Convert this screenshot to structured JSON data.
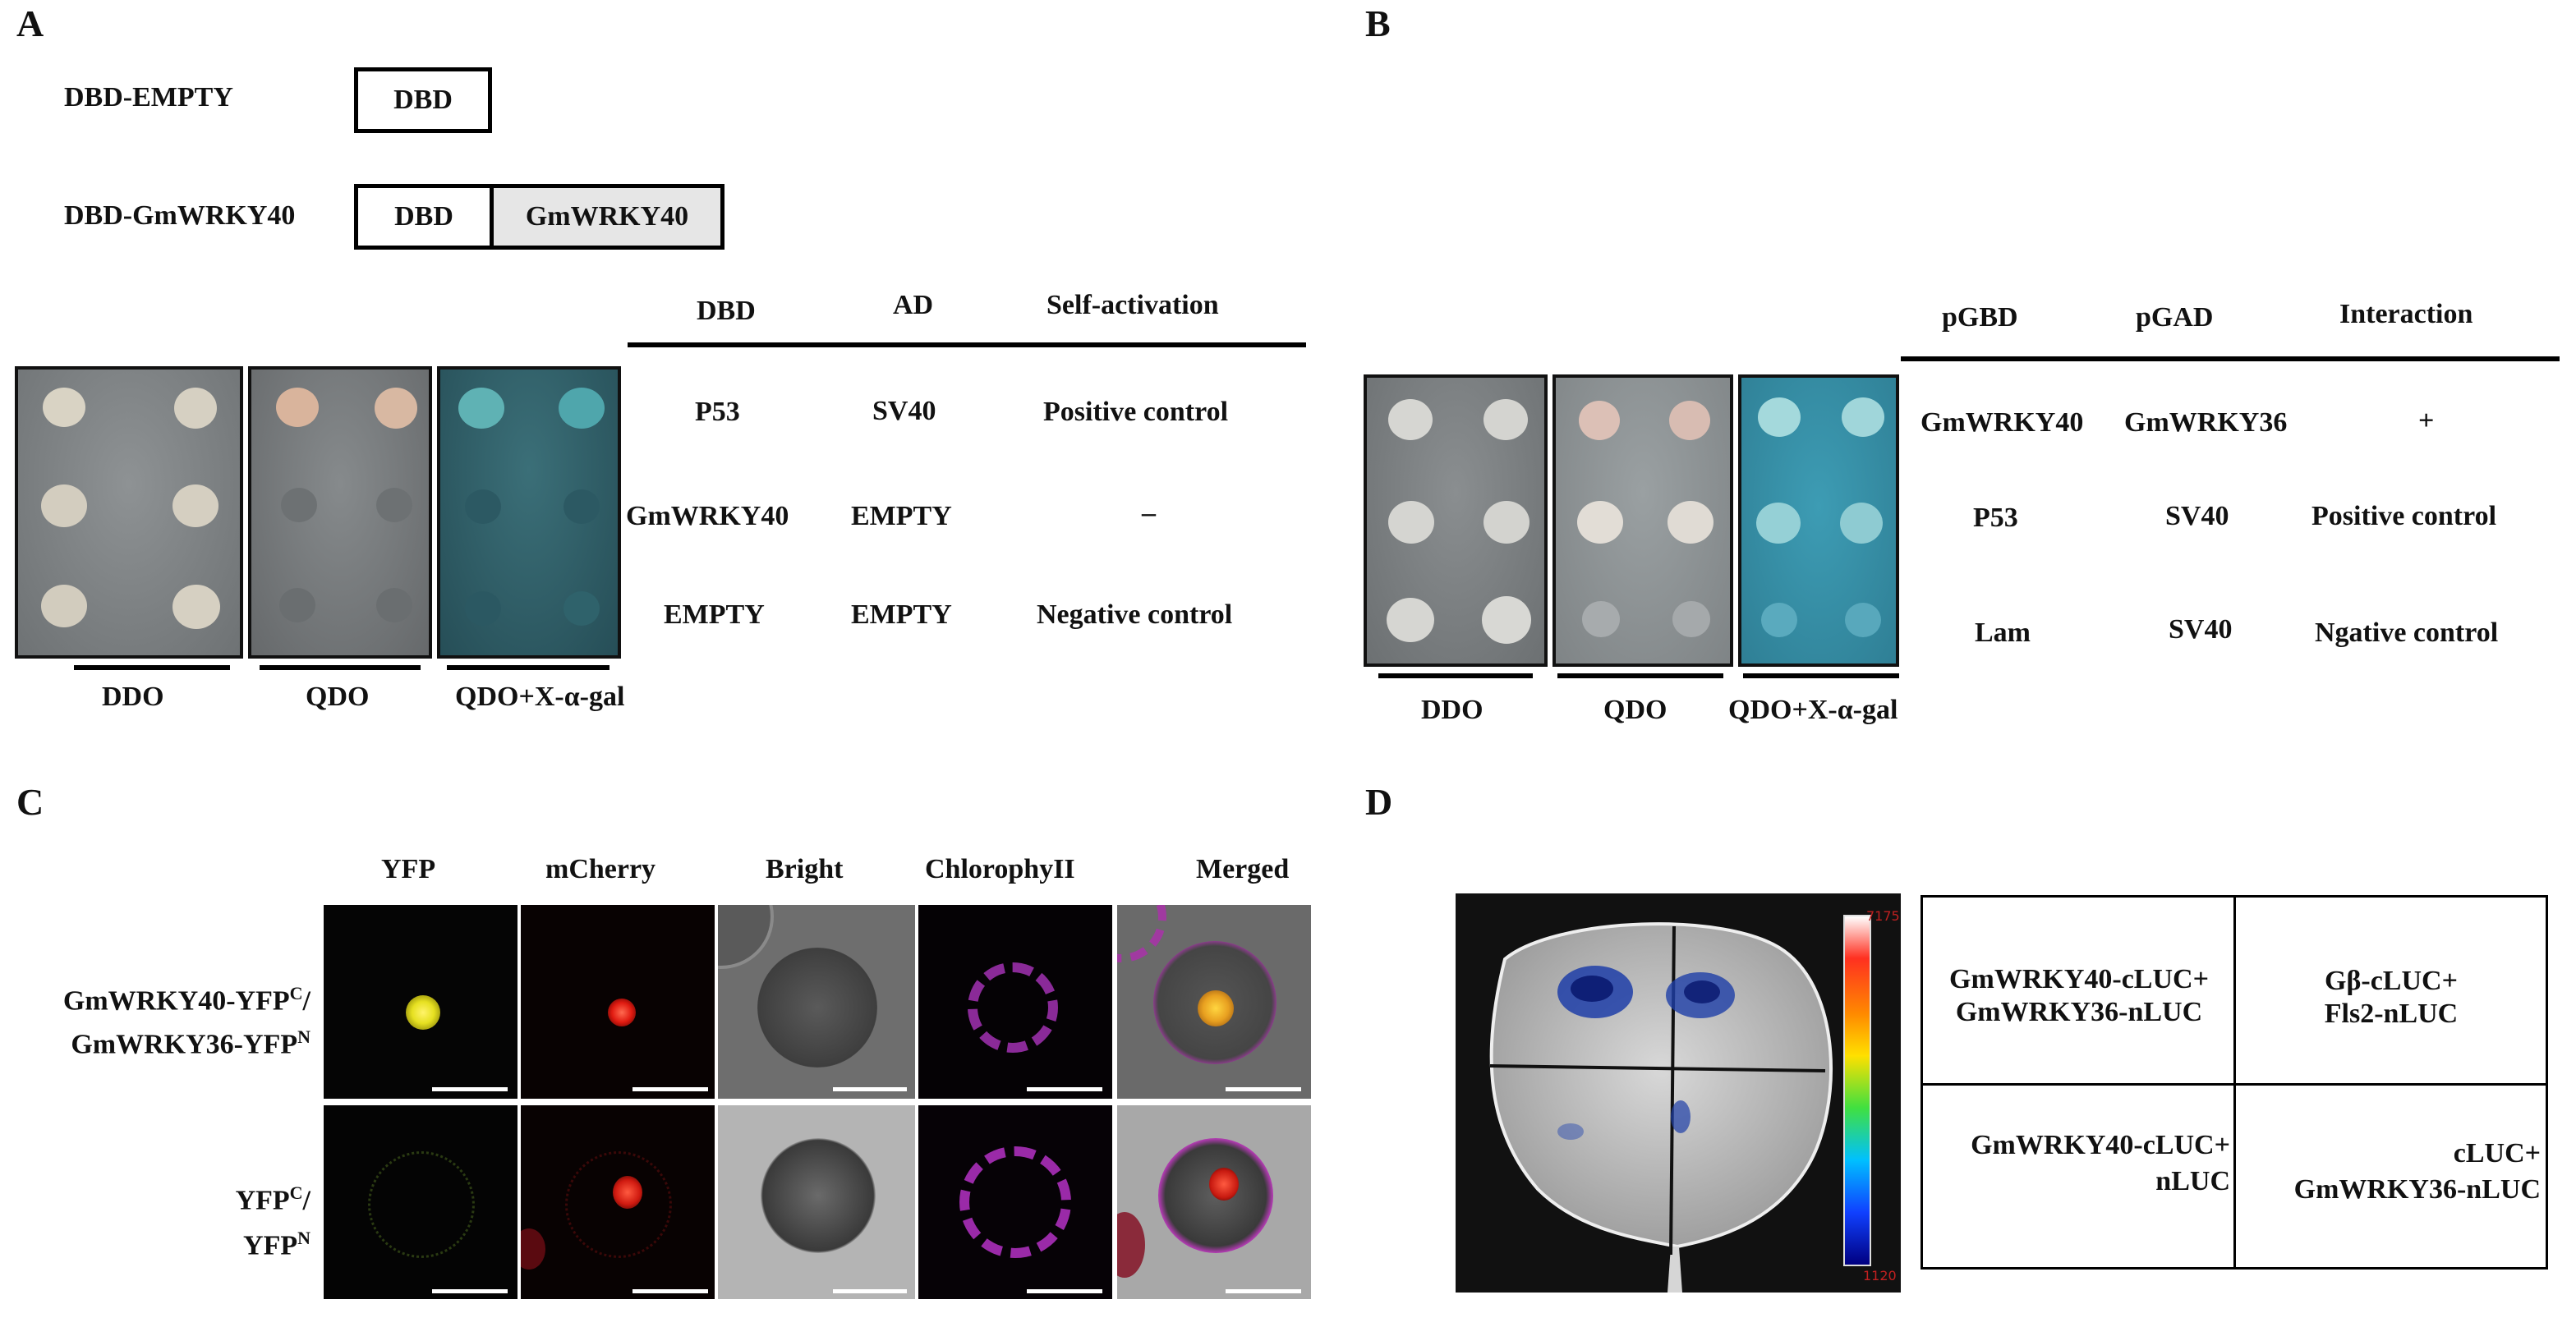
{
  "panels": {
    "A": {
      "label": "A",
      "constructs": [
        {
          "name": "DBD-EMPTY",
          "domains": [
            "DBD"
          ]
        },
        {
          "name": "DBD-GmWRKY40",
          "domains": [
            "DBD",
            "GmWRKY40"
          ]
        }
      ],
      "table_headers": [
        "DBD",
        "AD",
        "Self-activation"
      ],
      "rows": [
        [
          "P53",
          "SV40",
          "Positive control"
        ],
        [
          "GmWRKY40",
          "EMPTY",
          "–"
        ],
        [
          "EMPTY",
          "EMPTY",
          "Negative control"
        ]
      ],
      "media": [
        "DDO",
        "QDO",
        "QDO+X-α-gal"
      ]
    },
    "B": {
      "label": "B",
      "table_headers": [
        "pGBD",
        "pGAD",
        "Interaction"
      ],
      "rows": [
        [
          "GmWRKY40",
          "GmWRKY36",
          "+"
        ],
        [
          "P53",
          "SV40",
          "Positive control"
        ],
        [
          "Lam",
          "SV40",
          "Ngative control"
        ]
      ],
      "media": [
        "DDO",
        "QDO",
        "QDO+X-α-gal"
      ]
    },
    "C": {
      "label": "C",
      "columns": [
        "YFP",
        "mCherry",
        "Bright",
        "ChlorophyII",
        "Merged"
      ],
      "rows": [
        {
          "line1": "GmWRKY40-YFP",
          "sup1": "C",
          "line1_suffix": "/",
          "line2": "GmWRKY36-YFP",
          "sup2": "N"
        },
        {
          "line1": "YFP",
          "sup1": "C",
          "line1_suffix": "/",
          "line2": "YFP",
          "sup2": "N"
        }
      ]
    },
    "D": {
      "label": "D",
      "colorbar_max": "7175",
      "colorbar_min": "1120",
      "cells": [
        [
          "GmWRKY40-cLUC+",
          "GmWRKY36-nLUC"
        ],
        [
          "Gβ-cLUC+",
          "Fls2-nLUC"
        ],
        [
          "GmWRKY40-cLUC+",
          "nLUC"
        ],
        [
          "cLUC+",
          "GmWRKY36-nLUC"
        ]
      ]
    }
  },
  "colors": {
    "plate_gray": "#7c8083",
    "plate_blue_dark": "#2d6e78",
    "plate_blue_light": "#3a98b0",
    "yfp": "#e6e020",
    "mcherry": "#ff2a20",
    "chlorophyll": "#9a2aa8"
  }
}
